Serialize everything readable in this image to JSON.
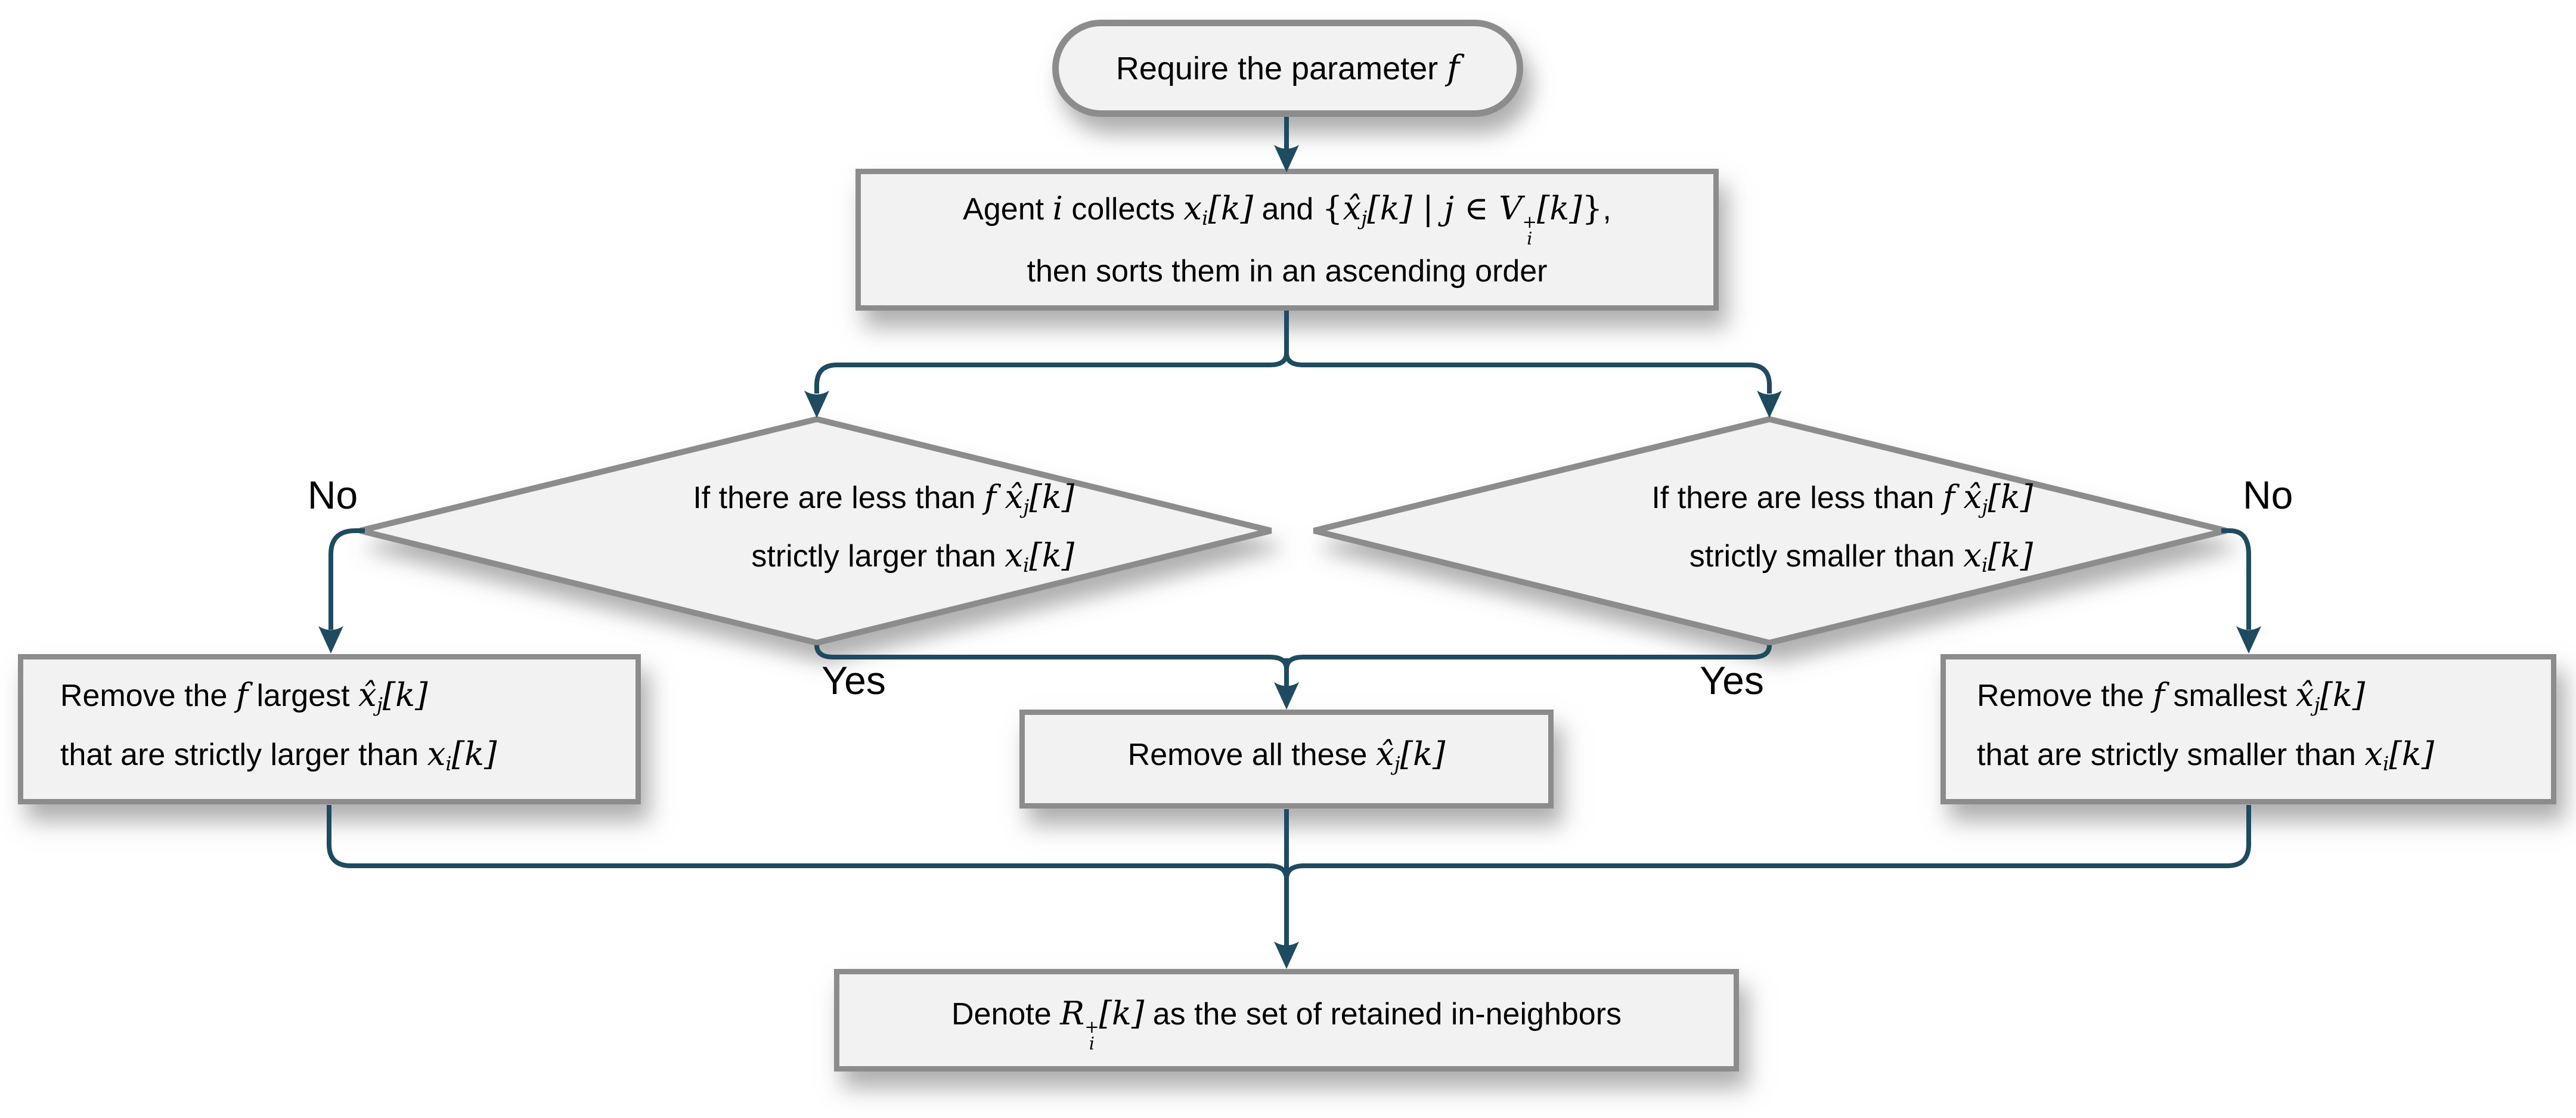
{
  "colors": {
    "connector": "#1e4b5f",
    "node_fill": "#f2f2f2",
    "node_border": "#8c8c8c",
    "text": "#000000",
    "background": "#ffffff"
  },
  "nodes": {
    "start": {
      "runs": [
        [
          "t",
          "Require the parameter "
        ],
        [
          "m",
          "f"
        ]
      ]
    },
    "collect": {
      "line1_runs": [
        [
          "t",
          "Agent "
        ],
        [
          "m",
          "i"
        ],
        [
          "t",
          " collects "
        ],
        [
          "m",
          "x"
        ],
        [
          "sb",
          "i"
        ],
        [
          "m",
          "[k]"
        ],
        [
          "t",
          " and "
        ],
        [
          "mr",
          "{"
        ],
        [
          "m",
          "x̂"
        ],
        [
          "sb",
          "j"
        ],
        [
          "m",
          "[k]"
        ],
        [
          "mr",
          " | "
        ],
        [
          "m",
          "j"
        ],
        [
          "mr",
          " ∈ "
        ],
        [
          "m",
          "V"
        ],
        [
          "st",
          "+",
          "i"
        ],
        [
          "m",
          "[k]"
        ],
        [
          "mr",
          "}"
        ],
        [
          "t",
          ","
        ]
      ],
      "line2_runs": [
        [
          "t",
          "then sorts them in an ascending order"
        ]
      ]
    },
    "decide_larger": {
      "line1_runs": [
        [
          "t",
          "If there are less than "
        ],
        [
          "m",
          "f"
        ],
        [
          "t",
          "  "
        ],
        [
          "m",
          "x̂"
        ],
        [
          "sb",
          "j"
        ],
        [
          "m",
          "[k]"
        ]
      ],
      "line2_runs": [
        [
          "t",
          "strictly larger than "
        ],
        [
          "m",
          "x"
        ],
        [
          "sb",
          "i"
        ],
        [
          "m",
          "[k]"
        ]
      ]
    },
    "decide_smaller": {
      "line1_runs": [
        [
          "t",
          "If there are less than "
        ],
        [
          "m",
          "f"
        ],
        [
          "t",
          "  "
        ],
        [
          "m",
          "x̂"
        ],
        [
          "sb",
          "j"
        ],
        [
          "m",
          "[k]"
        ]
      ],
      "line2_runs": [
        [
          "t",
          "strictly smaller than "
        ],
        [
          "m",
          "x"
        ],
        [
          "sb",
          "i"
        ],
        [
          "m",
          "[k]"
        ]
      ]
    },
    "remove_largest": {
      "line1_runs": [
        [
          "t",
          "Remove the "
        ],
        [
          "m",
          "f"
        ],
        [
          "t",
          " largest "
        ],
        [
          "m",
          "x̂"
        ],
        [
          "sb",
          "j"
        ],
        [
          "m",
          "[k]"
        ]
      ],
      "line2_runs": [
        [
          "t",
          "that are strictly larger than "
        ],
        [
          "m",
          "x"
        ],
        [
          "sb",
          "i"
        ],
        [
          "m",
          "[k]"
        ]
      ]
    },
    "remove_all": {
      "runs": [
        [
          "t",
          "Remove all these "
        ],
        [
          "m",
          "x̂"
        ],
        [
          "sb",
          "j"
        ],
        [
          "m",
          "[k]"
        ]
      ]
    },
    "remove_smallest": {
      "line1_runs": [
        [
          "t",
          "Remove the "
        ],
        [
          "m",
          "f"
        ],
        [
          "t",
          " smallest "
        ],
        [
          "m",
          "x̂"
        ],
        [
          "sb",
          "j"
        ],
        [
          "m",
          "[k]"
        ]
      ],
      "line2_runs": [
        [
          "t",
          "that are strictly smaller than "
        ],
        [
          "m",
          "x"
        ],
        [
          "sb",
          "i"
        ],
        [
          "m",
          "[k]"
        ]
      ]
    },
    "denote": {
      "runs": [
        [
          "t",
          "Denote "
        ],
        [
          "m",
          "R"
        ],
        [
          "st",
          "+",
          "i"
        ],
        [
          "m",
          "[k]"
        ],
        [
          "t",
          " as the set of retained in-neighbors"
        ]
      ]
    }
  },
  "edge_labels": {
    "no_left": "No",
    "no_right": "No",
    "yes_left": "Yes",
    "yes_right": "Yes"
  }
}
